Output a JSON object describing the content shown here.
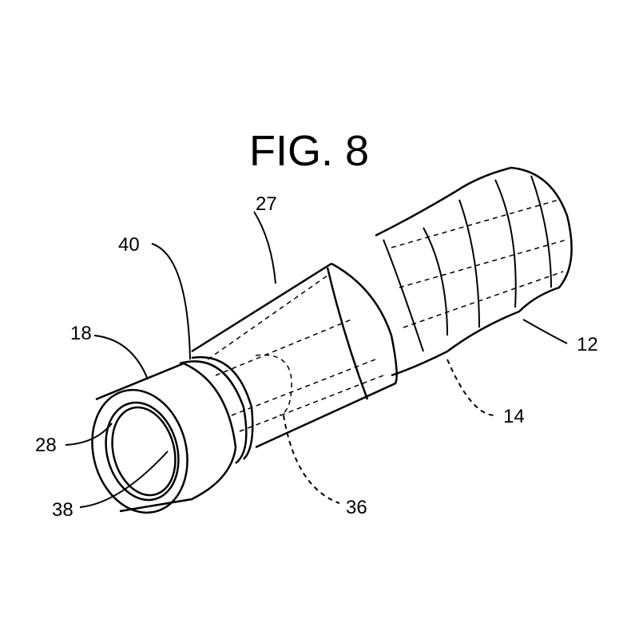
{
  "title": "FIG. 8",
  "labels": {
    "l27": "27",
    "l40": "40",
    "l18": "18",
    "l28": "28",
    "l38": "38",
    "l36": "36",
    "l14": "14",
    "l12": "12"
  }
}
